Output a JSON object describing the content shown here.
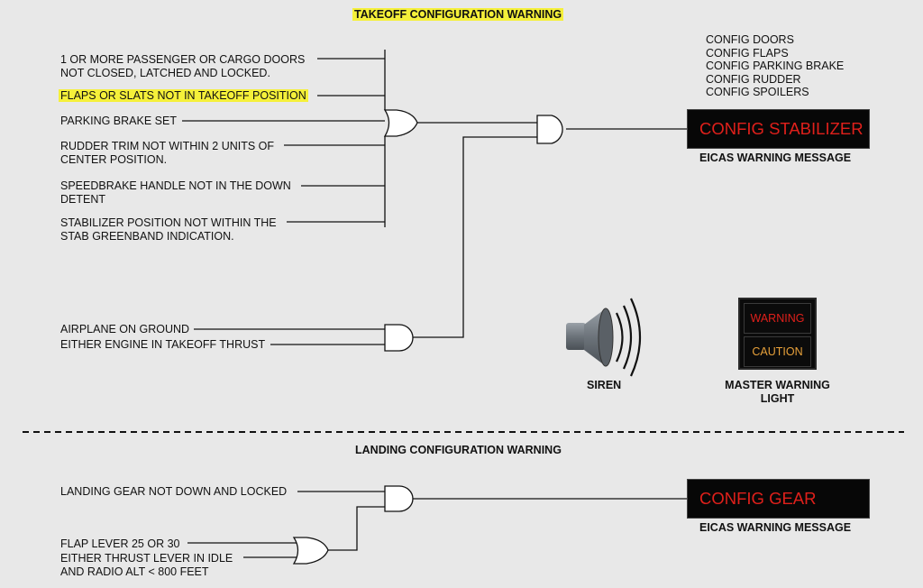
{
  "takeoff": {
    "title": "TAKEOFF CONFIGURATION WARNING",
    "inputs": {
      "doors": "1 OR MORE PASSENGER OR CARGO DOORS\nNOT CLOSED, LATCHED AND LOCKED.",
      "flaps": "FLAPS OR SLATS NOT IN TAKEOFF POSITION",
      "brake": "PARKING BRAKE SET",
      "rudder": "RUDDER TRIM NOT WITHIN 2 UNITS OF\nCENTER POSITION.",
      "speedbrake": "SPEEDBRAKE HANDLE NOT IN THE DOWN\nDETENT",
      "stabilizer": "STABILIZER POSITION NOT WITHIN THE\nSTAB GREENBAND INDICATION.",
      "ground": "AIRPLANE ON GROUND",
      "thrust": "EITHER ENGINE IN TAKEOFF THRUST"
    },
    "config_list": [
      "CONFIG DOORS",
      "CONFIG FLAPS",
      "CONFIG PARKING BRAKE",
      "CONFIG RUDDER",
      "CONFIG SPOILERS"
    ],
    "eicas_text": "CONFIG STABILIZER",
    "eicas_caption": "EICAS WARNING MESSAGE",
    "siren_label": "SIREN",
    "master_warning": {
      "warning": "WARNING",
      "caution": "CAUTION",
      "label": "MASTER WARNING\nLIGHT"
    }
  },
  "landing": {
    "title": "LANDING CONFIGURATION WARNING",
    "inputs": {
      "gear": "LANDING GEAR NOT DOWN AND LOCKED",
      "flap_lever": "FLAP LEVER 25 OR 30",
      "thrust_idle": "EITHER THRUST LEVER IN IDLE\nAND RADIO ALT < 800 FEET"
    },
    "eicas_text": "CONFIG GEAR",
    "eicas_caption": "EICAS WARNING MESSAGE"
  },
  "colors": {
    "highlight": "#f5f03a",
    "eicas_red": "#e0201b",
    "warning_red": "#e0201b",
    "caution_amber": "#e8a13a",
    "background": "#e8e8e8"
  }
}
